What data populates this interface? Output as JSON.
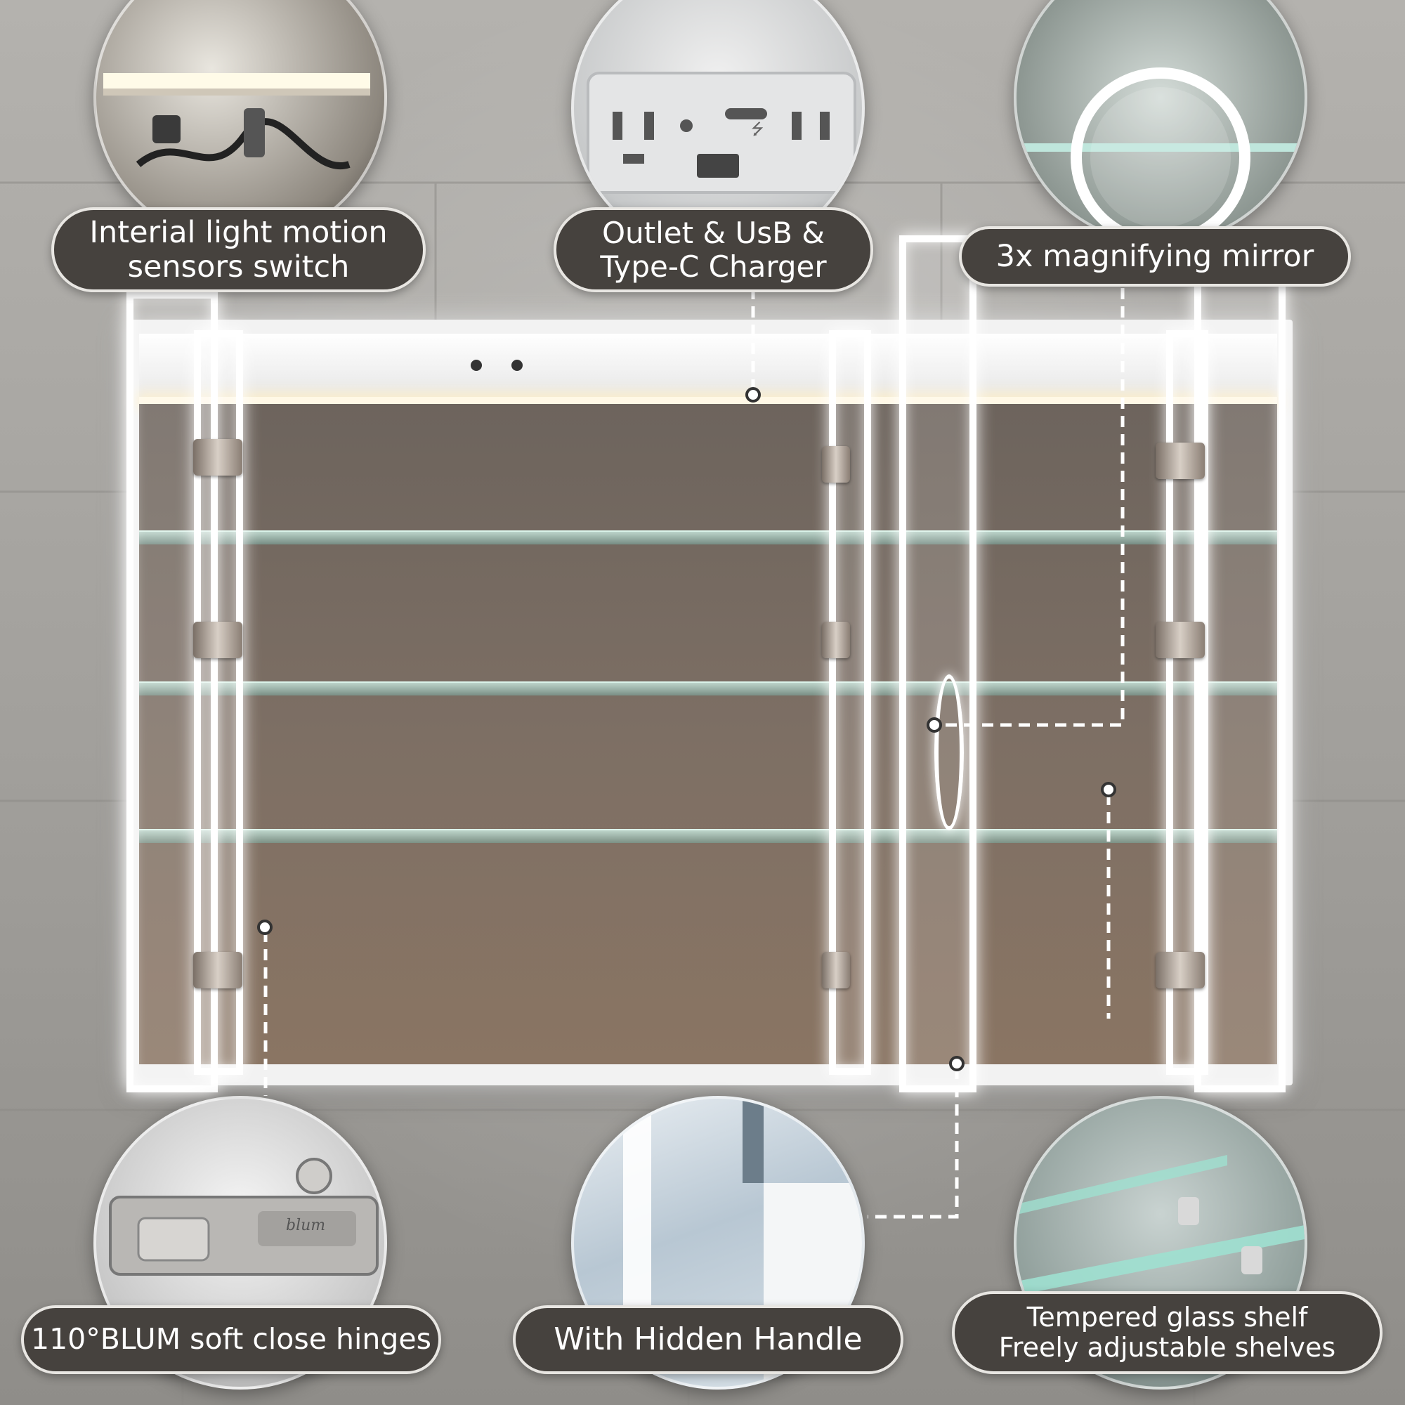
{
  "labels": {
    "motion_sensor": [
      "Interial light motion",
      "sensors switch"
    ],
    "outlet": [
      "Outlet & UsB &",
      "Type-C Charger"
    ],
    "magnifier": "3x magnifying mirror",
    "hinges": "110°BLUM soft close hinges",
    "handle": "With Hidden Handle",
    "shelf": [
      "Tempered glass shelf",
      "Freely adjustable shelves"
    ]
  },
  "outlet_detail": {
    "usb_symbol": "⭍"
  },
  "hinge_brand": "blum",
  "colors": {
    "label_bg": "#46423e",
    "label_border": "#e8e6e2",
    "led": "#fff8e6",
    "shelf_glass": "#a9d8cc",
    "interior": "#7d6f64"
  }
}
